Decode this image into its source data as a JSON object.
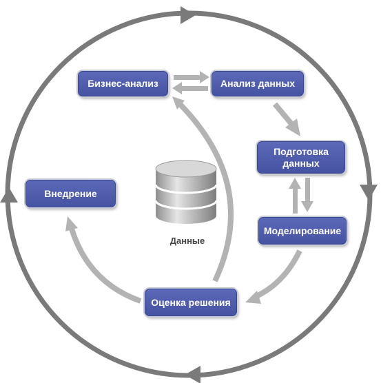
{
  "nodes": {
    "business": "Бизнес-анализ",
    "analysis": "Анализ данных",
    "prep": "Подготовка\nданных",
    "model": "Моделирование",
    "eval": "Оценка решения",
    "deploy": "Внедрение"
  },
  "data_label": "Данные",
  "colors": {
    "node_fill": "#4f5cad",
    "cycle_ring": "#7a7a7a",
    "arrows": "#b3b3b3"
  }
}
